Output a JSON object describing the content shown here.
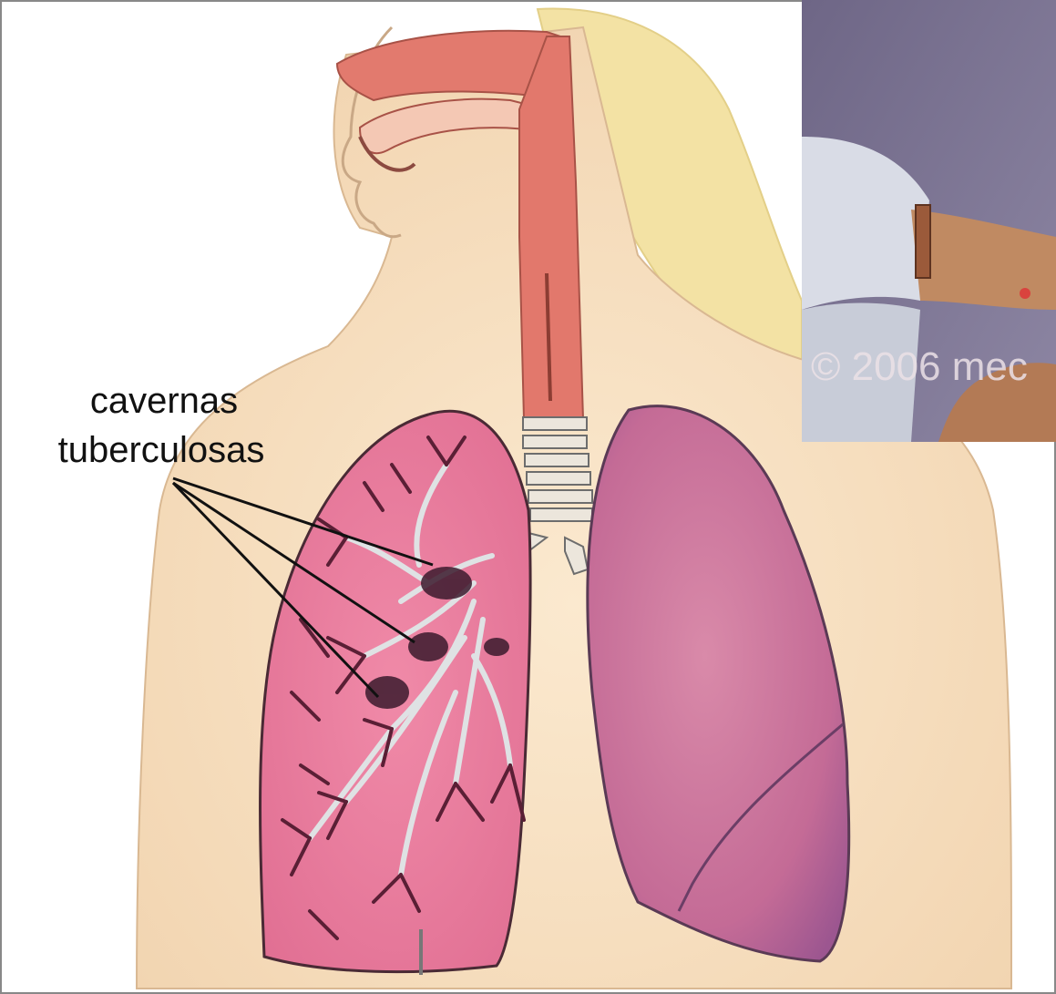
{
  "annotation": {
    "line1": "cavernas",
    "line2": "tuberculosas"
  },
  "inset": {
    "watermark": "© 2006 mec"
  },
  "colors": {
    "skin": "#f7e3c6",
    "hair": "#f5e6a8",
    "airway": "#e2786c",
    "left_lung": "#e8799a",
    "right_lung": "#c97096",
    "inset_bg": "#6f6688"
  }
}
